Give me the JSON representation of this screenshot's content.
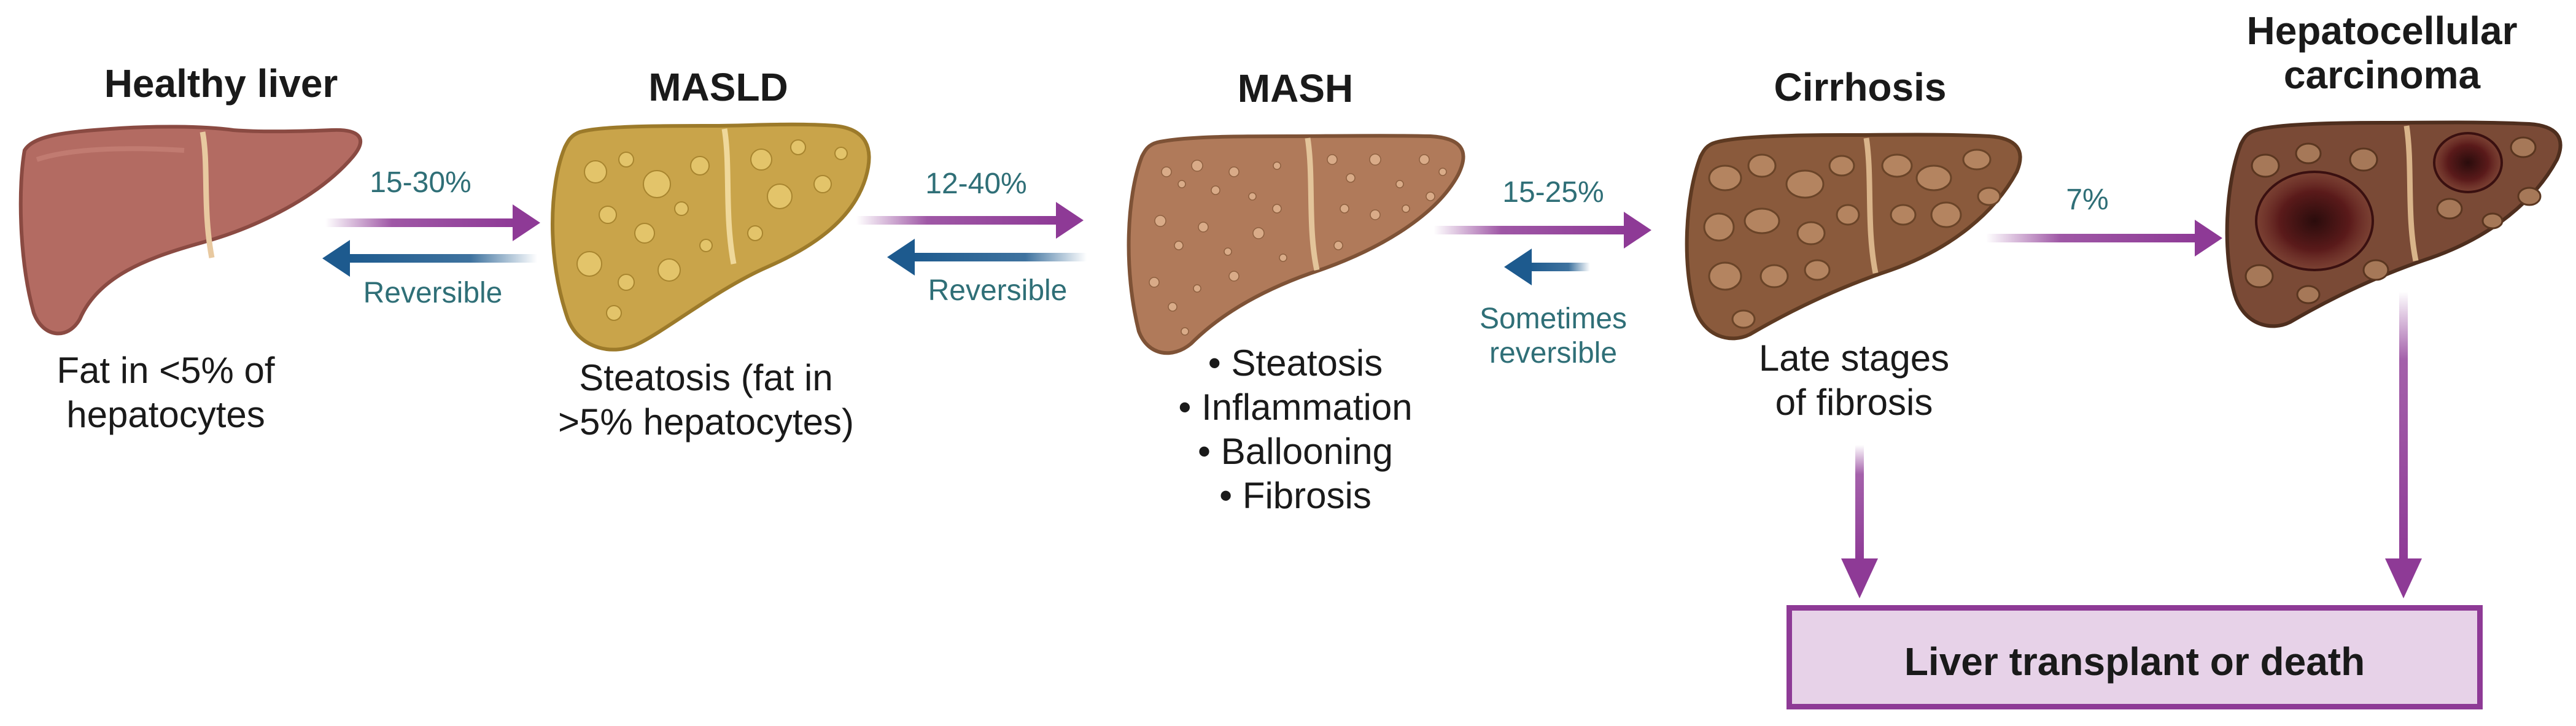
{
  "stages": [
    {
      "title": "Healthy liver",
      "description": [
        "Fat in <5% of",
        "hepatocytes"
      ]
    },
    {
      "title": "MASLD",
      "description": [
        "Steatosis (fat in",
        ">5% hepatocytes)"
      ]
    },
    {
      "title": "MASH",
      "bullets": [
        "Steatosis",
        "Inflammation",
        "Ballooning",
        "Fibrosis"
      ]
    },
    {
      "title": "Cirrhosis",
      "description": [
        "Late stages",
        "of fibrosis"
      ]
    },
    {
      "title_lines": [
        "Hepatocellular",
        "carcinoma"
      ]
    }
  ],
  "transitions": [
    {
      "forward_label": "15-30%",
      "back_label": "Reversible"
    },
    {
      "forward_label": "12-40%",
      "back_label": "Reversible"
    },
    {
      "forward_label": "15-25%",
      "back_label": [
        "Sometimes",
        "reversible"
      ]
    },
    {
      "forward_label": "7%"
    }
  ],
  "outcome": {
    "label": "Liver transplant or death"
  },
  "colors": {
    "forward_arrow": "#8e3a96",
    "back_arrow": "#1d5a8e",
    "label_teal": "#2f6f77",
    "outcome_fill": "#e7d2e8",
    "outcome_border": "#8e3a96",
    "healthy_liver": "#b36b62",
    "masld_liver": "#c9a44a",
    "mash_liver": "#b07a5a",
    "cirrhosis_liver": "#8a5a3c",
    "hcc_liver": "#7a4a36"
  }
}
